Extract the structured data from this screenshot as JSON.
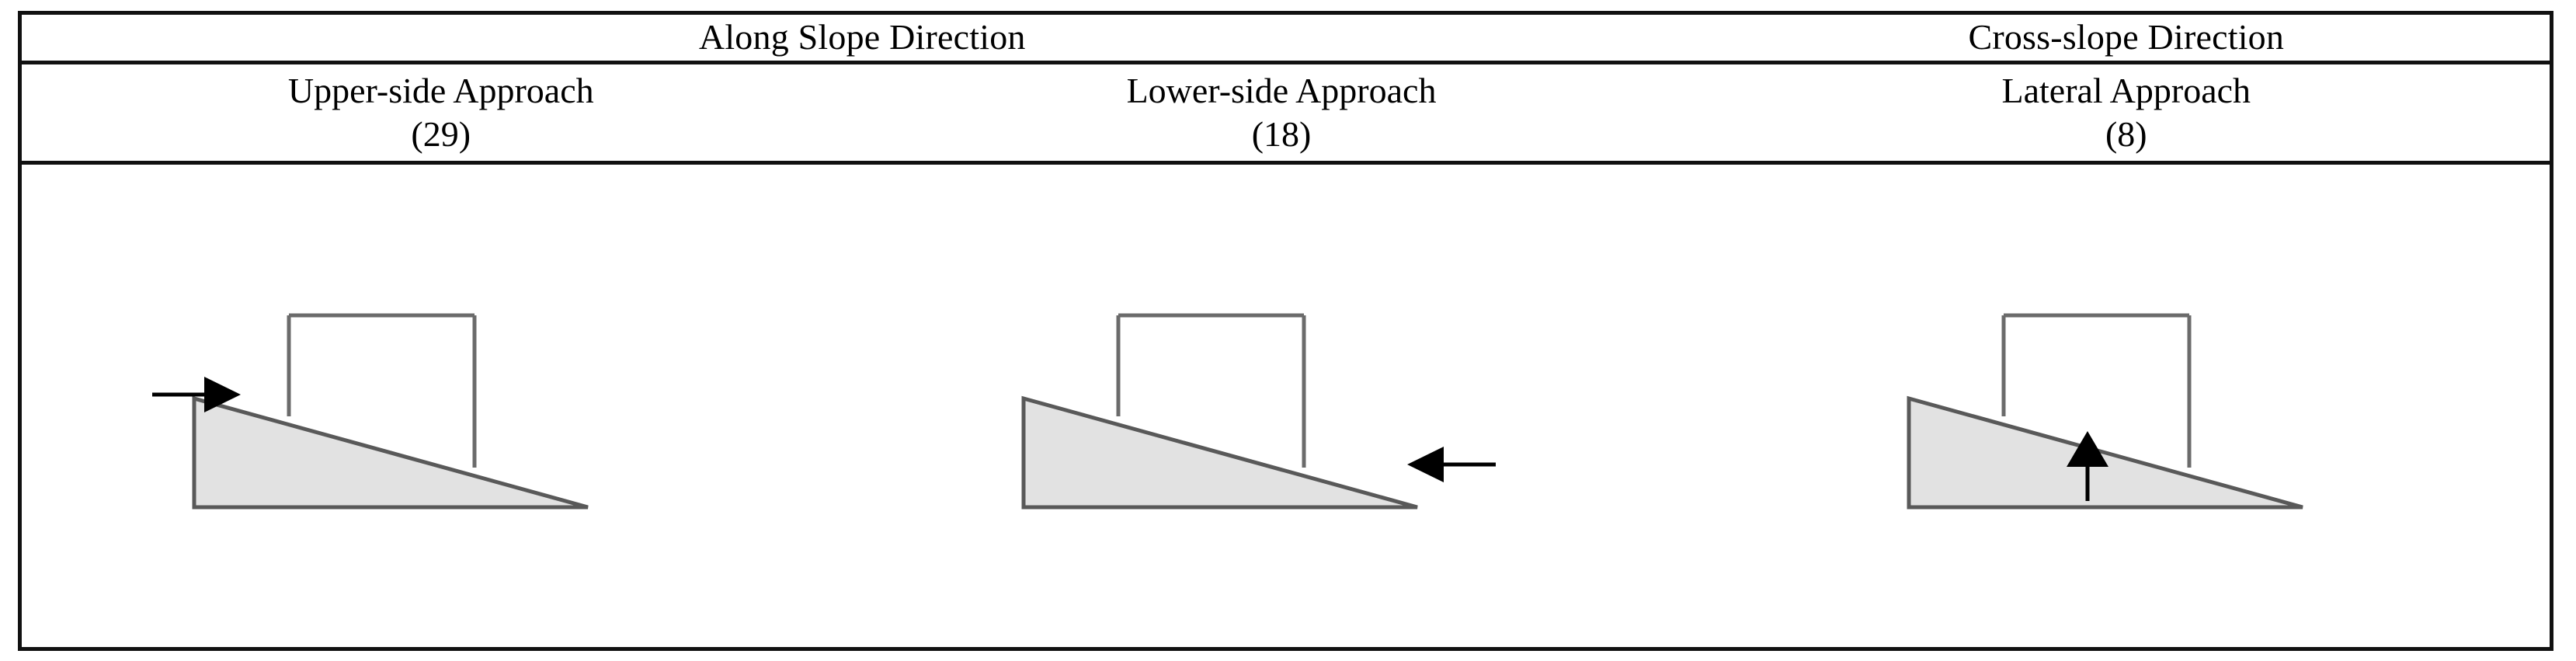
{
  "table": {
    "group_headers": [
      {
        "label": "Along Slope Direction",
        "span": 2
      },
      {
        "label": "Cross-slope Direction",
        "span": 1
      }
    ],
    "columns": [
      {
        "name": "Upper-side Approach",
        "count": "(29)",
        "count_value": 29,
        "arrow": "arrow-right"
      },
      {
        "name": "Lower-side Approach",
        "count": "(18)",
        "count_value": 18,
        "arrow": "arrow-left"
      },
      {
        "name": "Lateral Approach",
        "count": "(8)",
        "count_value": 8,
        "arrow": "arrow-up"
      }
    ]
  },
  "figures": {
    "slope_fill": "#e2e2e2",
    "slope_stroke": "#595959",
    "vehicle_stroke": "#6b6b6b",
    "arrow_color": "#000000",
    "caption_upper": "slope diagram with rightward approach arrow on the upper side",
    "caption_lower": "slope diagram with leftward approach arrow on the lower side",
    "caption_lateral": "slope diagram with upward arrow crossing the slope surface"
  },
  "colors": {
    "border": "#111111",
    "text": "#000000",
    "background": "#ffffff"
  }
}
